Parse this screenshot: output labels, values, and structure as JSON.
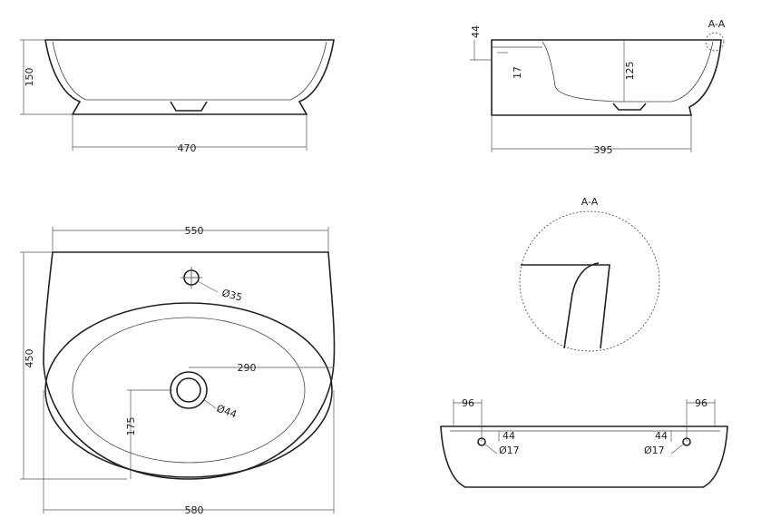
{
  "drawing": {
    "side_view": {
      "height": "150",
      "base_width": "470"
    },
    "section_view": {
      "section_marker": "A-A",
      "rim_thickness": "44",
      "wall": "17",
      "depth": "125",
      "width": "395"
    },
    "top_view": {
      "top_width": "550",
      "height": "450",
      "bottom_width": "580",
      "tap_hole": "Ø35",
      "drain_hole": "Ø44",
      "drain_offset_x": "290",
      "drain_offset_y": "175"
    },
    "detail_view": {
      "title": "A-A"
    },
    "front_view": {
      "left_offset": "96",
      "right_offset": "96",
      "left_hole_height": "44",
      "right_hole_height": "44",
      "left_hole_dia": "Ø17",
      "right_hole_dia": "Ø17"
    }
  }
}
